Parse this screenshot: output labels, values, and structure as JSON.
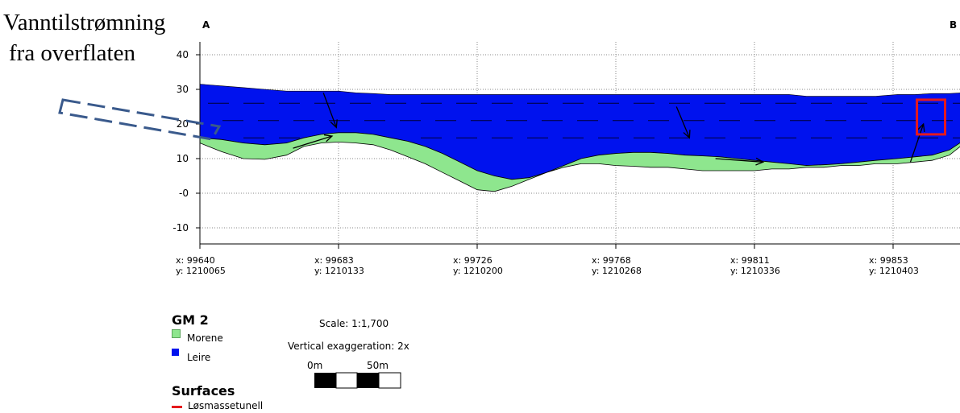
{
  "annotation": {
    "line1": "Vanntilstrømning",
    "line2": "fra overflaten"
  },
  "chart_data": {
    "type": "area",
    "title": "",
    "section_start_label": "A",
    "section_end_label": "B",
    "ylim": [
      -15,
      42
    ],
    "y_ticks": [
      "40",
      "30",
      "20",
      "10",
      "-0",
      "-10"
    ],
    "y_tick_values": [
      40,
      30,
      20,
      10,
      0,
      -10
    ],
    "x_ticks": [
      {
        "x": "x: 99640",
        "y": "y: 1210065"
      },
      {
        "x": "x: 99683",
        "y": "y: 1210133"
      },
      {
        "x": "x: 99726",
        "y": "y: 1210200"
      },
      {
        "x": "x: 99768",
        "y": "y: 1210268"
      },
      {
        "x": "x: 99811",
        "y": "y: 1210336"
      },
      {
        "x": "x: 99853",
        "y": "y: 1210403"
      }
    ],
    "distance_m": [
      0,
      10,
      20,
      30,
      40,
      48,
      56,
      64,
      72,
      80,
      88,
      96,
      104,
      112,
      120,
      128,
      136,
      144,
      152,
      160,
      168,
      176,
      184,
      192,
      200,
      208,
      216,
      224,
      232,
      240,
      248,
      256,
      264,
      272,
      280,
      288,
      296,
      304,
      312,
      322,
      330,
      338,
      346,
      352
    ],
    "tick_distance_m": [
      0,
      64,
      128,
      192,
      256,
      320
    ],
    "series": [
      {
        "name": "Leire",
        "color": "#0012ee",
        "top": [
          31.5,
          31,
          30.5,
          30,
          29.5,
          29.5,
          29.5,
          29.5,
          29,
          28.8,
          28.5,
          28.5,
          28.5,
          28.5,
          28.5,
          28.5,
          28.5,
          28.5,
          28.5,
          28.5,
          28.5,
          28.5,
          28.5,
          28.5,
          28.5,
          28.5,
          28.5,
          28.5,
          28.5,
          28.5,
          28.5,
          28.5,
          28.5,
          28.5,
          28,
          28,
          28,
          28,
          28,
          28.5,
          28.5,
          28.8,
          28.8,
          29
        ]
      },
      {
        "name": "Morene",
        "color": "#8ee68e",
        "top": [
          16,
          15.5,
          14.5,
          14,
          14.5,
          16,
          17,
          17.5,
          17.5,
          17,
          16,
          15,
          13.5,
          11.5,
          9,
          6.5,
          5,
          4,
          4.5,
          6,
          8,
          10,
          11,
          11.5,
          11.8,
          11.8,
          11.5,
          11,
          10.8,
          10.5,
          10,
          9.5,
          9,
          8.5,
          8,
          8.2,
          8.5,
          9,
          9.5,
          10,
          10.5,
          11,
          12.5,
          15
        ],
        "base": [
          14.5,
          12,
          10,
          9.8,
          11,
          13.5,
          14.5,
          14.8,
          14.5,
          14,
          12.5,
          10.5,
          8.5,
          6,
          3.5,
          1,
          0.5,
          2,
          4,
          6,
          7.5,
          8.5,
          8.5,
          8,
          7.8,
          7.5,
          7.5,
          7,
          6.5,
          6.5,
          6.5,
          6.5,
          7,
          7,
          7.5,
          7.5,
          8,
          8,
          8.5,
          8.5,
          9,
          9.5,
          11,
          14
        ]
      }
    ],
    "arrows": [
      {
        "from": [
          57,
          29
        ],
        "to": [
          63,
          19
        ]
      },
      {
        "from": [
          43,
          13
        ],
        "to": [
          61,
          16.5
        ]
      },
      {
        "from": [
          220,
          25
        ],
        "to": [
          226,
          16
        ]
      },
      {
        "from": [
          238,
          10
        ],
        "to": [
          260,
          9
        ]
      },
      {
        "from": [
          328,
          9
        ],
        "to": [
          334,
          20
        ]
      }
    ],
    "tunnel": {
      "x_from": 331,
      "x_to": 344,
      "y_from": 17,
      "y_to": 27,
      "color": "#e5191d"
    },
    "legend": {
      "group_title": "GM 2",
      "entries": [
        {
          "name": "Morene",
          "color": "#8ee68e"
        },
        {
          "name": "Leire",
          "color": "#0012ee"
        }
      ],
      "surfaces_title": "Surfaces",
      "surfaces": [
        {
          "name": "Løsmassetunell",
          "color": "#e5191d"
        }
      ]
    },
    "scale": {
      "scale_text": "Scale: 1:1,700",
      "exaggeration_text": "Vertical exaggeration: 2x",
      "bar_start": "0m",
      "bar_end": "50m"
    }
  }
}
